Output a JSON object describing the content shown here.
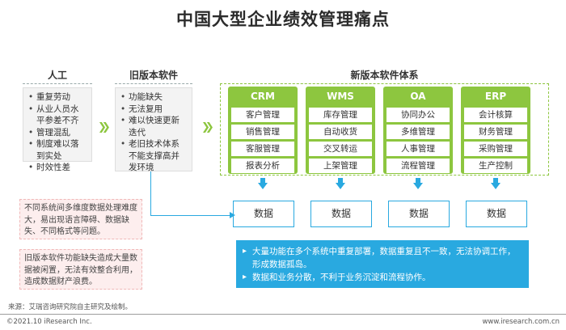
{
  "title": "中国大型企业绩效管理痛点",
  "columns": {
    "manual": {
      "heading": "人工",
      "items": [
        "重复劳动",
        "从业人员水平参差不齐",
        "管理混乱",
        "制度难以落到实处",
        "时效性差"
      ]
    },
    "old_software": {
      "heading": "旧版本软件",
      "items": [
        "功能缺失",
        "无法复用",
        "难以快速更新迭代",
        "老旧技术体系不能支撑高并发环境"
      ]
    },
    "new_system": {
      "heading": "新版本软件体系",
      "systems": [
        {
          "name": "CRM",
          "items": [
            "客户管理",
            "销售管理",
            "客服管理",
            "报表分析"
          ]
        },
        {
          "name": "WMS",
          "items": [
            "库存管理",
            "自动收货",
            "交叉转运",
            "上架管理"
          ]
        },
        {
          "name": "OA",
          "items": [
            "协同办公",
            "多维管理",
            "人事管理",
            "流程管理"
          ]
        },
        {
          "name": "ERP",
          "items": [
            "会计核算",
            "财务管理",
            "采购管理",
            "生产控制"
          ]
        }
      ]
    }
  },
  "data_boxes": [
    "数据",
    "数据",
    "数据",
    "数据"
  ],
  "pain_notes": [
    "不同系统间多维度数据处理难度大，易出现语言障碍、数据缺失、不同格式等问题。",
    "旧版本软件功能缺失造成大量数据被闲置，无法有效整合利用，造成数据财产浪费。"
  ],
  "summary": [
    "大量功能在多个系统中重复部署，数据重复且不一致，无法协调工作，形成数据孤岛。",
    "数据和业务分散，不利于业务沉淀和流程协作。"
  ],
  "source": "来源：艾瑞咨询研究院自主研究及绘制。",
  "copyright": "©2021.10 iResearch Inc.",
  "website": "www.iresearch.com.cn",
  "colors": {
    "green": "#8dc63f",
    "blue": "#29a9e0",
    "pink_bg": "#fdeeee"
  }
}
